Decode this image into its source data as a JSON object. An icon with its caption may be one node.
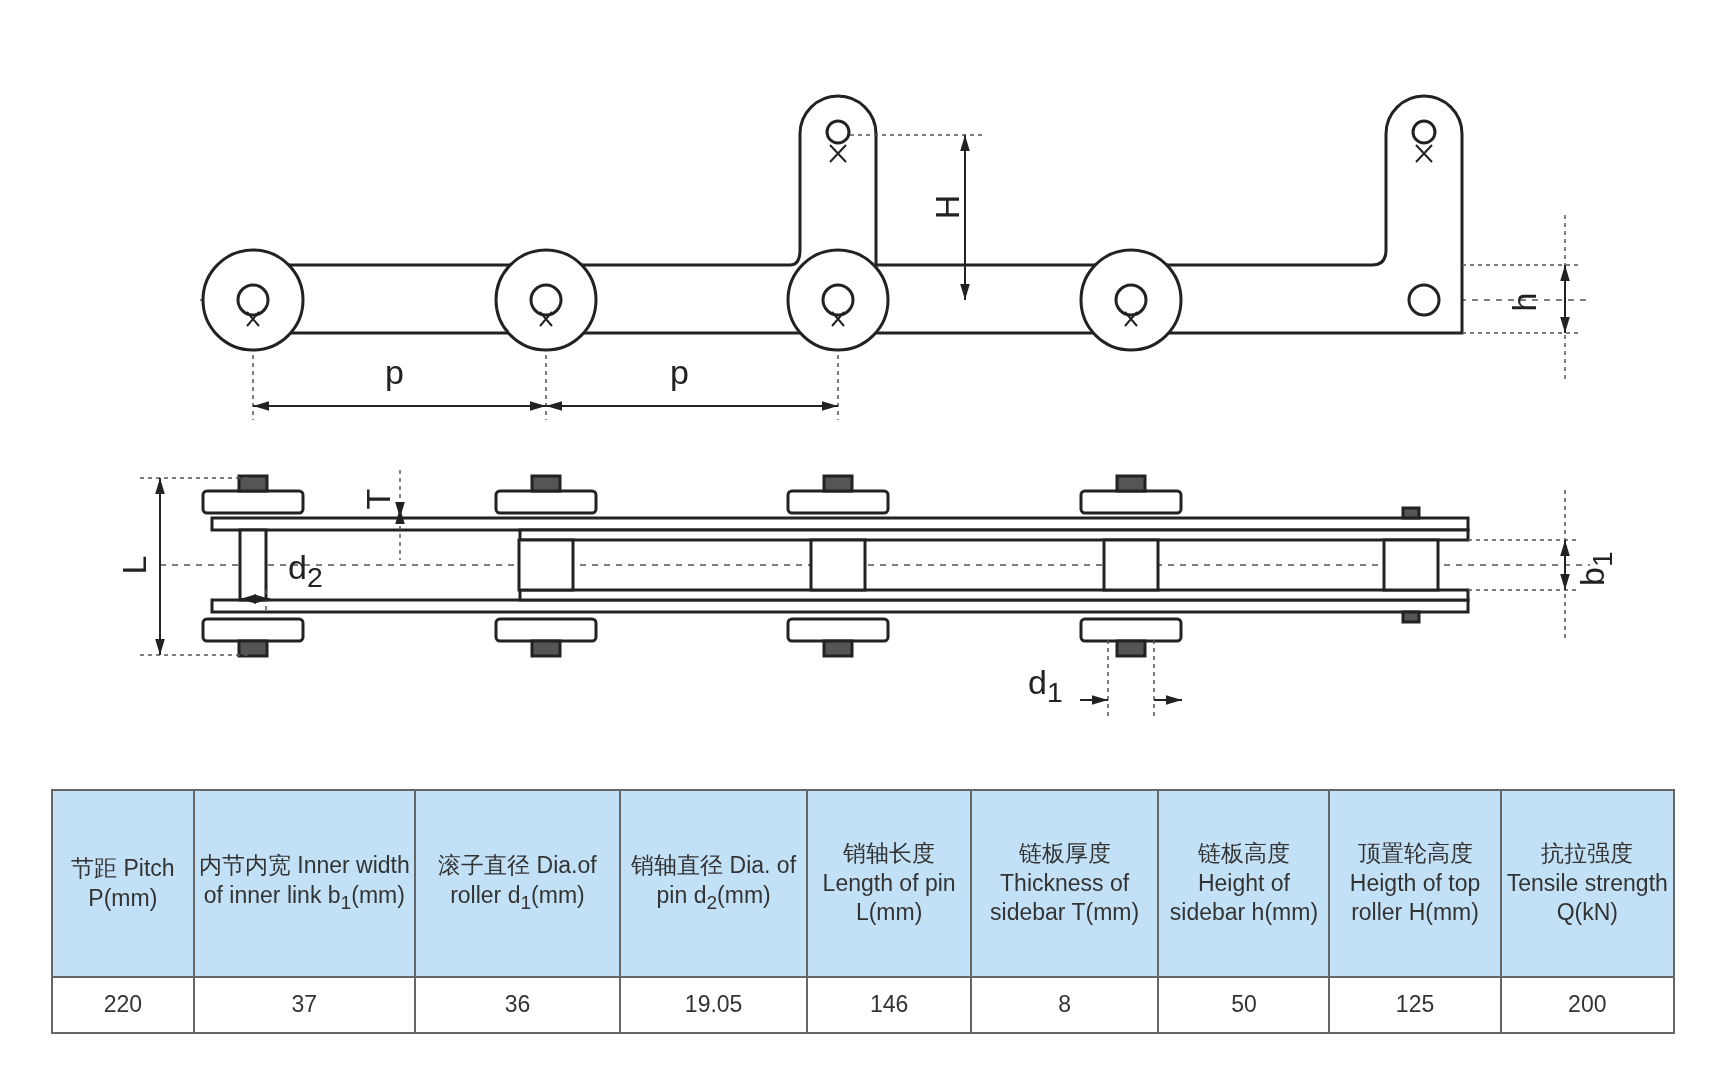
{
  "diagram": {
    "labels": [
      "H",
      "h",
      "p",
      "p",
      "T",
      "L",
      "d$_{2}$",
      "b$_{1}$",
      "d$_{1}$",
      "节距 Pitch P(mm)",
      "内节内宽 Inner width of inner link b$_{1}$(mm)",
      "滚子直径 Dia.of roller d$_{1}$(mm)",
      "销轴直径 Dia. of pin d$_{2}$(mm)",
      "销轴长度 Length of pin L(mm)",
      "链板厚度 Thickness of sidebar T(mm)",
      "链板高度 Height of sidebar h(mm)",
      "顶置轮高度 Heigth of top roller H(mm)",
      "抗拉强度 Tensile strength Q(kN)",
      "220",
      "37",
      "36",
      "19.05",
      "146",
      "8",
      "50",
      "125",
      "200"
    ]
  }
}
